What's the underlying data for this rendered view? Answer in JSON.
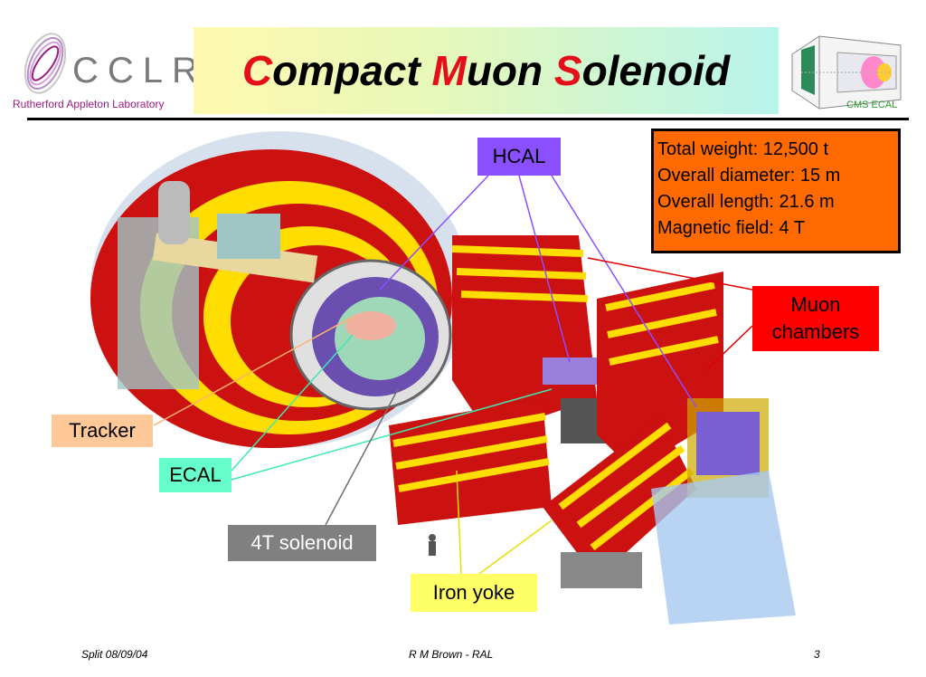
{
  "header": {
    "logo_text": "CCLRC",
    "lab_name": "Rutherford Appleton Laboratory",
    "title_parts": [
      {
        "initial": "C",
        "rest": "ompact "
      },
      {
        "initial": "M",
        "rest": "uon "
      },
      {
        "initial": "S",
        "rest": "olenoid"
      }
    ],
    "thumb_label": "CMS ECAL"
  },
  "specs": [
    {
      "label": "Total weight:",
      "value": "12,500 t"
    },
    {
      "label": "Overall diameter:",
      "value": "15 m"
    },
    {
      "label": "Overall length:",
      "value": "21.6 m"
    },
    {
      "label": "Magnetic field:",
      "value": "4 T"
    }
  ],
  "labels": {
    "hcal": "HCAL",
    "muon_line1": "Muon",
    "muon_line2": "chambers",
    "tracker": "Tracker",
    "ecal": "ECAL",
    "solenoid": "4T solenoid",
    "iron_yoke": "Iron yoke"
  },
  "colors": {
    "hcal": "#8a4fff",
    "muon": "#ff0000",
    "tracker": "#ffc899",
    "ecal": "#66ffcc",
    "solenoid": "#808080",
    "iron_yoke": "#ffff66",
    "spec_box": "#ff6a00",
    "title_accent": "#e3101a"
  },
  "footer": {
    "left": "Split 08/09/04",
    "center": "R M Brown - RAL",
    "right": "3"
  }
}
